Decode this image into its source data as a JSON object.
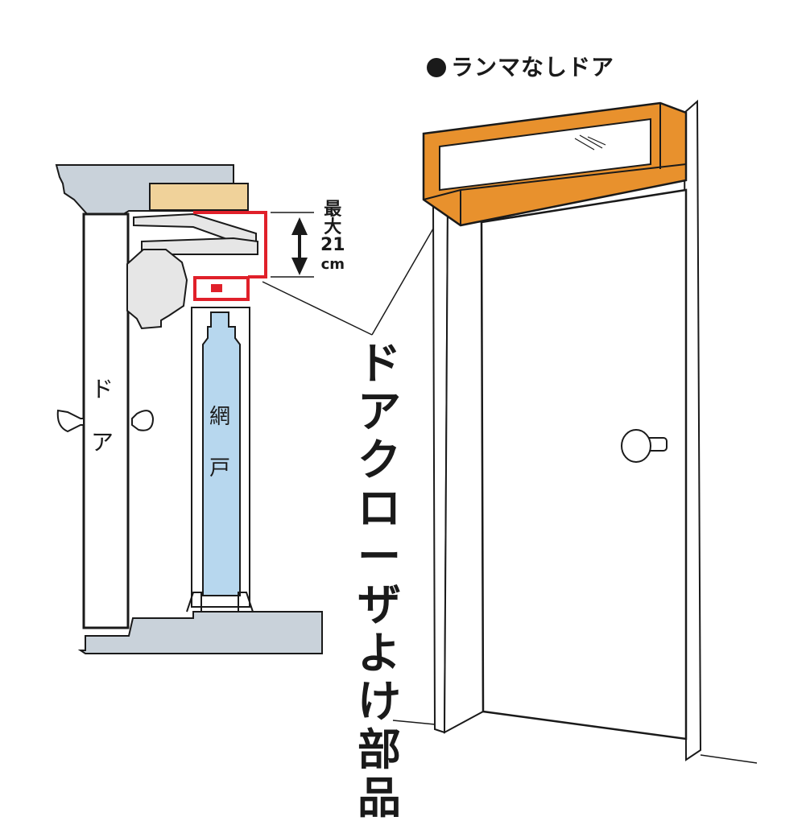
{
  "heading": {
    "bullet": "●",
    "text": "ランマなしドア"
  },
  "dimension": {
    "label_chars": [
      "最",
      "大",
      "21"
    ],
    "unit": "cm"
  },
  "callout": {
    "chars": [
      "ド",
      "ア",
      "ク",
      "ロ",
      "ー",
      "ザ",
      "よ",
      "け",
      "部",
      "品"
    ]
  },
  "door_label": {
    "chars": [
      "ド",
      "ア"
    ]
  },
  "screen_label": {
    "chars": [
      "網",
      "戸"
    ]
  },
  "colors": {
    "frame_orange": "#E8912D",
    "wall_gray": "#C9D2DA",
    "wood": "#F0D29A",
    "screen_blue": "#B7D7EE",
    "highlight_red": "#E0202A",
    "closer_gray": "#E6E6E6",
    "outline": "#1a1a1a"
  }
}
